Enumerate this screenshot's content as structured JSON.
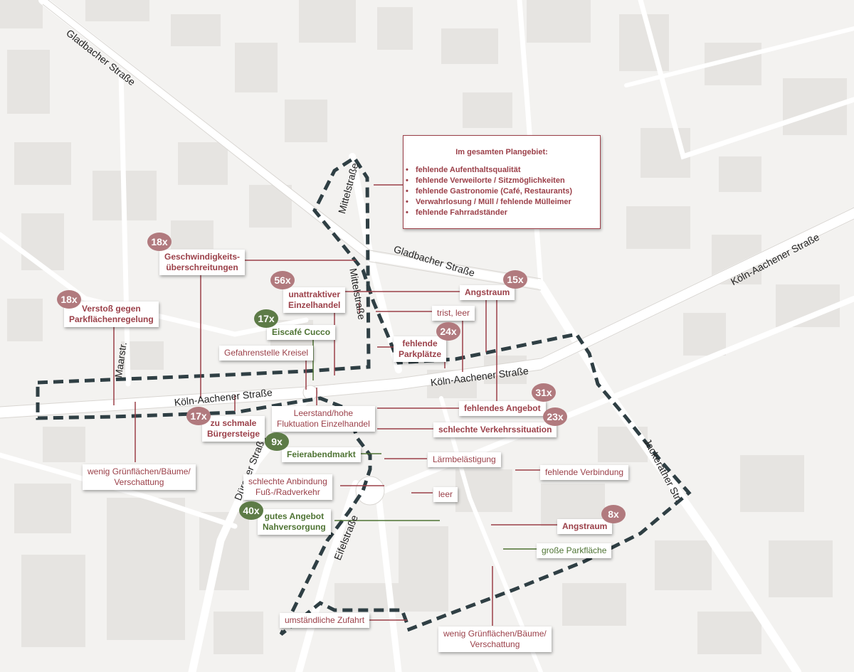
{
  "streets": {
    "gladbacher_1": "Gladbacher Straße",
    "gladbacher_2": "Gladbacher Straße",
    "mittel_1": "Mittelstraße",
    "mittel_2": "Mittelstraße",
    "koeln_1": "Köln-Aachener Straße",
    "koeln_2": "Köln-Aachener Straße",
    "koeln_3": "Köln-Aachener Straße",
    "maar": "Maarstr.",
    "dueren": "Dürener Straße",
    "eifel": "Eifelstraße",
    "jackerather": "Jackerather Str."
  },
  "info_box": {
    "title": "Im gesamten Plangebiet:",
    "items": [
      "fehlende Aufenthaltsqualität",
      "fehlende Verweilorte / Sitzmöglichkeiten",
      "fehlende Gastronomie (Café, Restaurants)",
      "Verwahrlosung / Müll / fehlende Mülleimer",
      "fehlende Fahrradständer"
    ]
  },
  "badges": {
    "geschwindigkeit": "18x",
    "verstoss": "18x",
    "einzelhandel": "56x",
    "eiscafe": "17x",
    "angstraum_top": "15x",
    "parkplaetze": "24x",
    "angebot": "31x",
    "verkehr": "23x",
    "buergersteige": "17x",
    "feierabend": "9x",
    "nahversorgung": "40x",
    "angstraum_bottom": "8x"
  },
  "labels": {
    "geschwindigkeit": "Geschwindigkeits-\nüberschreitungen",
    "verstoss": "Verstoß gegen\nParkflächenregelung",
    "einzelhandel": "unattraktiver\nEinzelhandel",
    "eiscafe": "Eiscafé Cucco",
    "gefahrenstelle": "Gefahrenstelle Kreisel",
    "angstraum_top": "Angstraum",
    "trist": "trist, leer",
    "parkplaetze": "fehlende\nParkplätze",
    "angebot": "fehlendes Angebot",
    "verkehr": "schlechte Verkehrssituation",
    "leerstand": "Leerstand/hohe\nFluktuation Einzelhandel",
    "buergersteige": "zu schmale\nBürgersteige",
    "feierabend": "Feierabendmarkt",
    "laerm": "Lärmbelästigung",
    "verbindung": "fehlende Verbindung",
    "gruen_left": "wenig Grünflächen/Bäume/\nVerschattung",
    "anbindung": "schlechte Anbindung\nFuß-/Radverkehr",
    "leer": "leer",
    "nahversorgung": "gutes Angebot\nNahversorgung",
    "angstraum_bottom": "Angstraum",
    "parkflaeche": "große Parkfläche",
    "zufahrt": "umständliche Zufahrt",
    "gruen_bottom": "wenig Grünflächen/Bäume/\nVerschattung"
  },
  "colors": {
    "negative": "#9b4049",
    "positive": "#4e7333",
    "badge_negative": "#b17a7e",
    "badge_positive": "#5d7b47",
    "boundary": "#2f3f44",
    "road": "#ffffff",
    "building": "#e4e2df"
  }
}
